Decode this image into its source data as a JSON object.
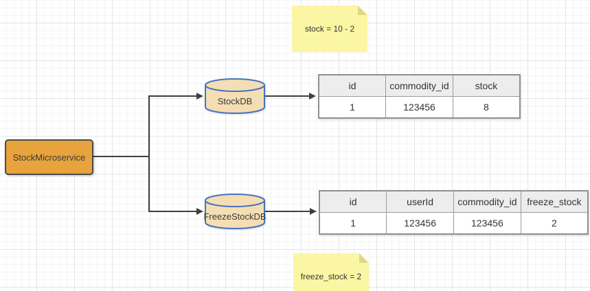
{
  "notes": {
    "stock": {
      "text": "stock = 10 - 2"
    },
    "freeze": {
      "text": "freeze_stock = 2"
    }
  },
  "shapes": {
    "service": {
      "label": "StockMicroservice"
    },
    "stock_db": {
      "label": "StockDB"
    },
    "freeze_db": {
      "label": "FreezeStockDB"
    }
  },
  "stock_table": {
    "headers": [
      "id",
      "commodity_id",
      "stock"
    ],
    "rows": [
      [
        "1",
        "123456",
        "8"
      ]
    ]
  },
  "freeze_table": {
    "headers": [
      "id",
      "userId",
      "commodity_id",
      "freeze_stock"
    ],
    "rows": [
      [
        "1",
        "123456",
        "123456",
        "2"
      ]
    ]
  },
  "colors": {
    "note_fill": "#FBF6A3",
    "note_fold": "#DFD985",
    "cylinder_fill": "#F5DEB3",
    "cylinder_stroke": "#4472C4",
    "service_fill": "#E8A33D",
    "service_border": "#4A4A4A",
    "table_header_bg": "#EDEDED",
    "table_border": "#9A9A9A",
    "connector": "#3F3F3F",
    "text": "#333333"
  }
}
